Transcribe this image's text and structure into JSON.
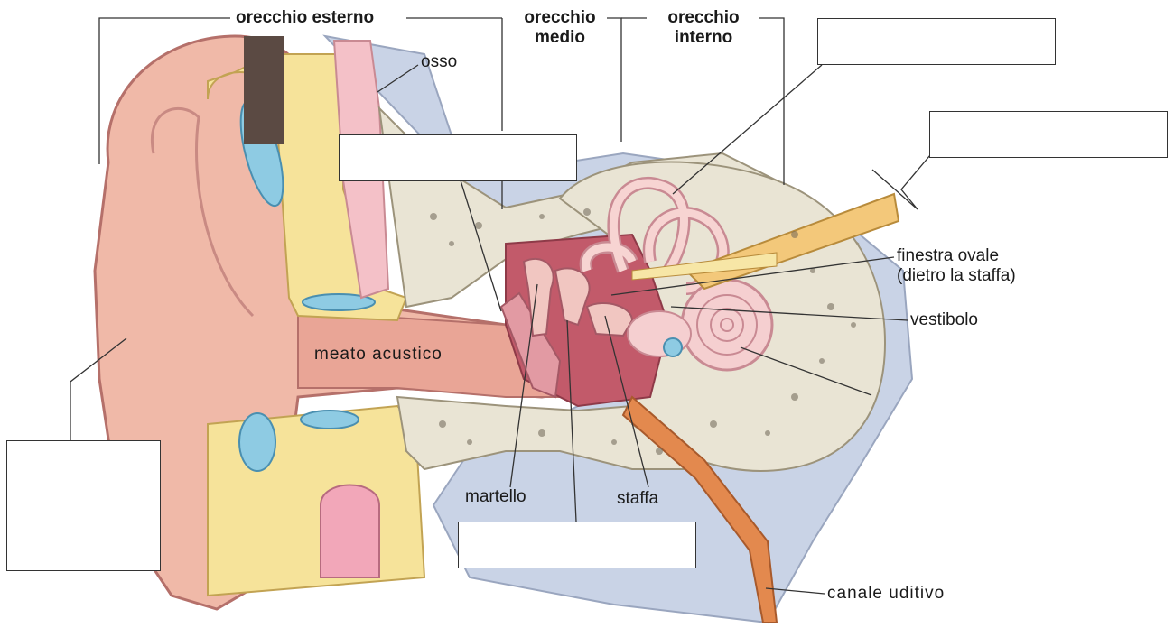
{
  "headers": {
    "outer": "orecchio esterno",
    "middle_line1": "orecchio",
    "middle_line2": "medio",
    "inner_line1": "orecchio",
    "inner_line2": "interno"
  },
  "labels": {
    "bone": "osso",
    "meatus": "meato acustico",
    "oval_window_line1": "finestra ovale",
    "oval_window_line2": "(dietro la staffa)",
    "vestibule": "vestibolo",
    "hammer": "martello",
    "stirrup": "staffa",
    "auditory_canal": "canale uditivo"
  },
  "answer_boxes": [
    "",
    "",
    "",
    "",
    ""
  ],
  "colors": {
    "skin": "#f0b9a8",
    "cartilage": "#f6e39a",
    "bone": "#e9e4d4",
    "inner_cavity": "#c25a6a",
    "nerve": "#f3c87a",
    "fluid": "#8ecbe3",
    "background_shadow": "#c9d3e6"
  }
}
